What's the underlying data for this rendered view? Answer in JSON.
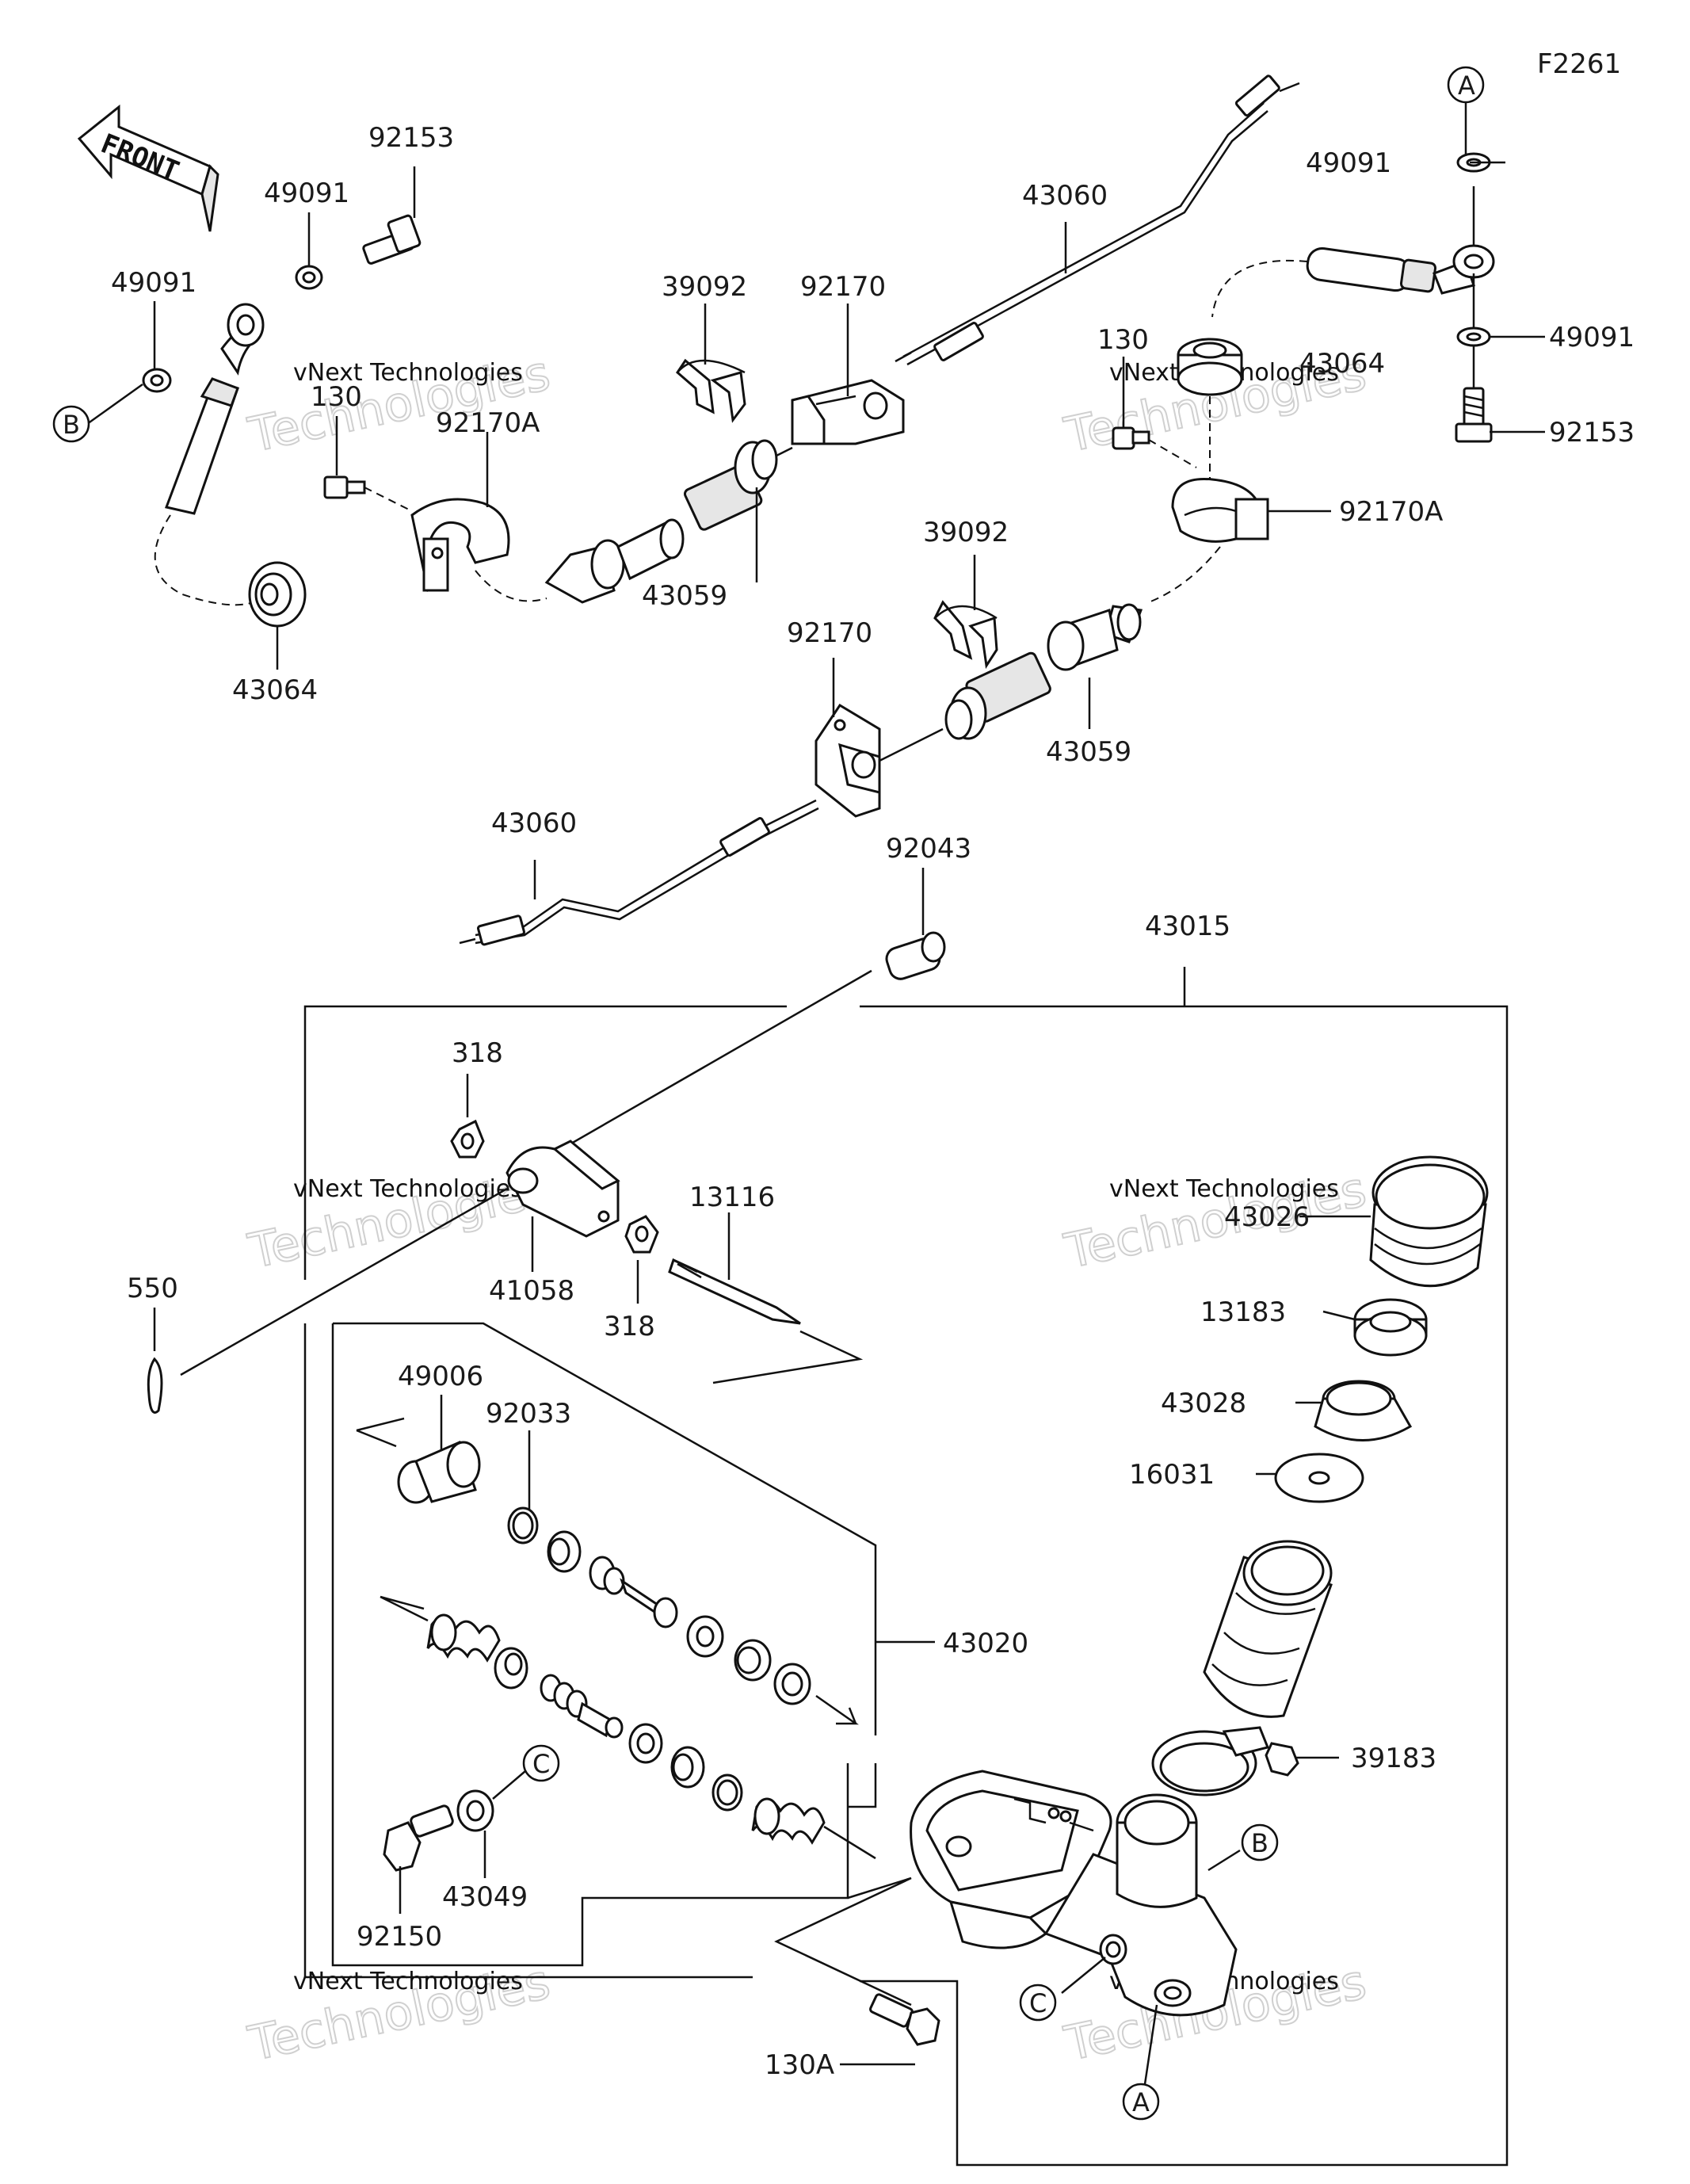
{
  "diagram": {
    "figure_code": "F2261",
    "front_label": "FRONT",
    "watermark": {
      "line1": "vNext Technologies",
      "line2": "Technologies"
    },
    "callouts": {
      "A": "A",
      "B": "B",
      "C": "C"
    },
    "parts": [
      {
        "id": "p92153_l",
        "label": "92153"
      },
      {
        "id": "p49091_l1",
        "label": "49091"
      },
      {
        "id": "p49091_l2",
        "label": "49091"
      },
      {
        "id": "p130_l",
        "label": "130"
      },
      {
        "id": "p92170a_l",
        "label": "92170A"
      },
      {
        "id": "p43064_l",
        "label": "43064"
      },
      {
        "id": "p39092_l",
        "label": "39092"
      },
      {
        "id": "p92170_l",
        "label": "92170"
      },
      {
        "id": "p43060_t",
        "label": "43060"
      },
      {
        "id": "p43059_l",
        "label": "43059"
      },
      {
        "id": "p49091_r1",
        "label": "49091"
      },
      {
        "id": "p49091_r2",
        "label": "49091"
      },
      {
        "id": "p92153_r",
        "label": "92153"
      },
      {
        "id": "p130_r",
        "label": "130"
      },
      {
        "id": "p43064_r",
        "label": "43064"
      },
      {
        "id": "p92170a_r",
        "label": "92170A"
      },
      {
        "id": "p39092_r",
        "label": "39092"
      },
      {
        "id": "p92170_r",
        "label": "92170"
      },
      {
        "id": "p43059_r",
        "label": "43059"
      },
      {
        "id": "p43060_b",
        "label": "43060"
      },
      {
        "id": "p92043",
        "label": "92043"
      },
      {
        "id": "p43015",
        "label": "43015"
      },
      {
        "id": "p318_t",
        "label": "318"
      },
      {
        "id": "p41058",
        "label": "41058"
      },
      {
        "id": "p318_b",
        "label": "318"
      },
      {
        "id": "p13116",
        "label": "13116"
      },
      {
        "id": "p550",
        "label": "550"
      },
      {
        "id": "p43026",
        "label": "43026"
      },
      {
        "id": "p13183",
        "label": "13183"
      },
      {
        "id": "p43028",
        "label": "43028"
      },
      {
        "id": "p16031",
        "label": "16031"
      },
      {
        "id": "p49006",
        "label": "49006"
      },
      {
        "id": "p92033",
        "label": "92033"
      },
      {
        "id": "p43020",
        "label": "43020"
      },
      {
        "id": "p39183",
        "label": "39183"
      },
      {
        "id": "p43049",
        "label": "43049"
      },
      {
        "id": "p92150",
        "label": "92150"
      },
      {
        "id": "p130a",
        "label": "130A"
      }
    ]
  }
}
